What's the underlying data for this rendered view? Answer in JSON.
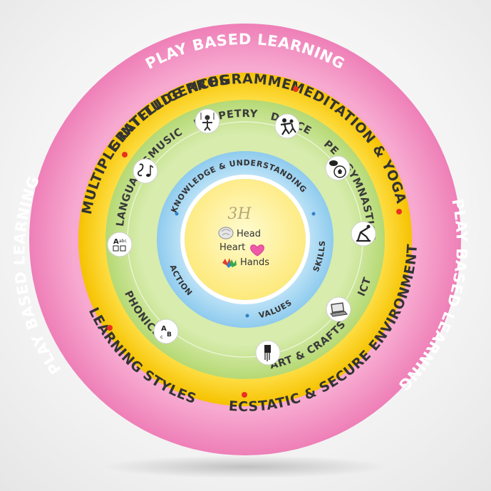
{
  "outer_ring": {
    "top_label": "PLAY BASED LEARNING",
    "left_label": "PLAY BASED LEARNING",
    "right_label": "PLAY BASED LEARNING",
    "color": "#f088bc"
  },
  "yellow_ring": {
    "labels": {
      "gratitude": "GRATITUDE PROGRAMME",
      "meditation": "MEDITATION & YOGA",
      "ecstatic": "ECSTATIC & SECURE ENVIRONMENT",
      "learning_styles": "LEARNING STYLES",
      "multiple_intelligences": "MULTIPLE INTELLIGENCES"
    },
    "color": "#f8d21e"
  },
  "green_ring": {
    "labels": {
      "music": "MUSIC",
      "puppetry": "PUPPETRY",
      "dance": "DANCE",
      "pe": "PE",
      "gymnastics": "GYMNASTICS",
      "ict": "ICT",
      "art_crafts": "ART & CRAFTS",
      "phonics": "PHONICS",
      "languages": "LANGUAGES"
    },
    "color": "#c6e08a"
  },
  "blue_ring": {
    "labels": {
      "knowledge": "KNOWLEDGE & UNDERSTANDING",
      "skills": "SKILLS",
      "values": "VALUES",
      "action": "ACTION"
    },
    "color": "#a8d8f2"
  },
  "center": {
    "title": "3H",
    "head": "Head",
    "heart": "Heart",
    "hands": "Hands",
    "color": "#fff3a0"
  },
  "icons": [
    "puppet-icon",
    "dance-icon",
    "sports-ball-icon",
    "gymnastics-icon",
    "laptop-icon",
    "art-brush-icon",
    "phonics-abc-icon",
    "languages-icon",
    "music-notes-icon"
  ]
}
